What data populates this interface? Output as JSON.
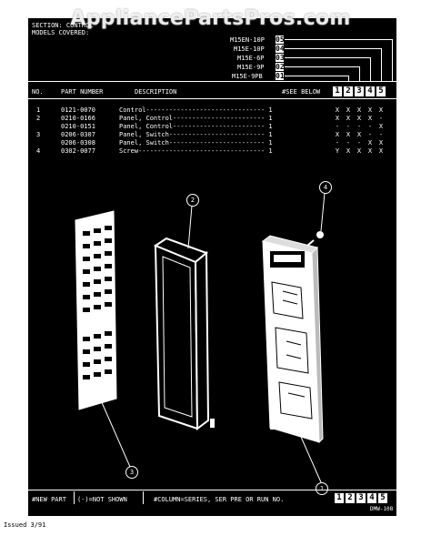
{
  "watermark": "AppliancePartsPros.com",
  "header": {
    "section_line": "SECTION: CONTROL",
    "models_line": "MODELS COVERED:",
    "models": [
      {
        "name": "M15EN-10P",
        "num": "05"
      },
      {
        "name": "M15E-10P",
        "num": "04"
      },
      {
        "name": "M15E-6P",
        "num": "03"
      },
      {
        "name": "M15E-9P",
        "num": "02"
      },
      {
        "name": "M15E-9PB",
        "num": "01"
      }
    ]
  },
  "table": {
    "col_no": "NO.",
    "col_part": "PART NUMBER",
    "col_desc": "DESCRIPTION",
    "col_see": "#SEE BELOW",
    "col_nums": [
      "1",
      "2",
      "3",
      "4",
      "5"
    ],
    "rows": [
      {
        "no": "1",
        "part": "0121-0070",
        "desc": "Control------------------------------- 1",
        "marks": [
          "X",
          "X",
          "X",
          "X",
          "X"
        ]
      },
      {
        "no": "2",
        "part": "0210-0166",
        "desc": "Panel, Control------------------------ 1",
        "marks": [
          "X",
          "X",
          "X",
          "X",
          "-"
        ]
      },
      {
        "no": "",
        "part": "0210-0151",
        "desc": "Panel, Control------------------------ 1",
        "marks": [
          "-",
          "-",
          "-",
          "-",
          "X"
        ]
      },
      {
        "no": "3",
        "part": "0206-0307",
        "desc": "Panel, Switch------------------------- 1",
        "marks": [
          "X",
          "X",
          "X",
          "-",
          "-"
        ]
      },
      {
        "no": "",
        "part": "0206-0308",
        "desc": "Panel, Switch------------------------- 1",
        "marks": [
          "-",
          "-",
          "-",
          "X",
          "X"
        ]
      },
      {
        "no": "4",
        "part": "0302-0077",
        "desc": "Screw--------------------------------- 1",
        "marks": [
          "Y",
          "X",
          "X",
          "X",
          "X"
        ]
      }
    ]
  },
  "callouts": [
    "1",
    "2",
    "3",
    "4"
  ],
  "footer": {
    "new_part": "#NEW PART",
    "not_shown": "(-)=NOT SHOWN",
    "column_note": "#COLUMN=SERIES, SER PRE OR RUN NO.",
    "nums": [
      "1",
      "2",
      "3",
      "4",
      "5"
    ],
    "issued": "Issued 3/91",
    "dwg": "DMW-108"
  }
}
